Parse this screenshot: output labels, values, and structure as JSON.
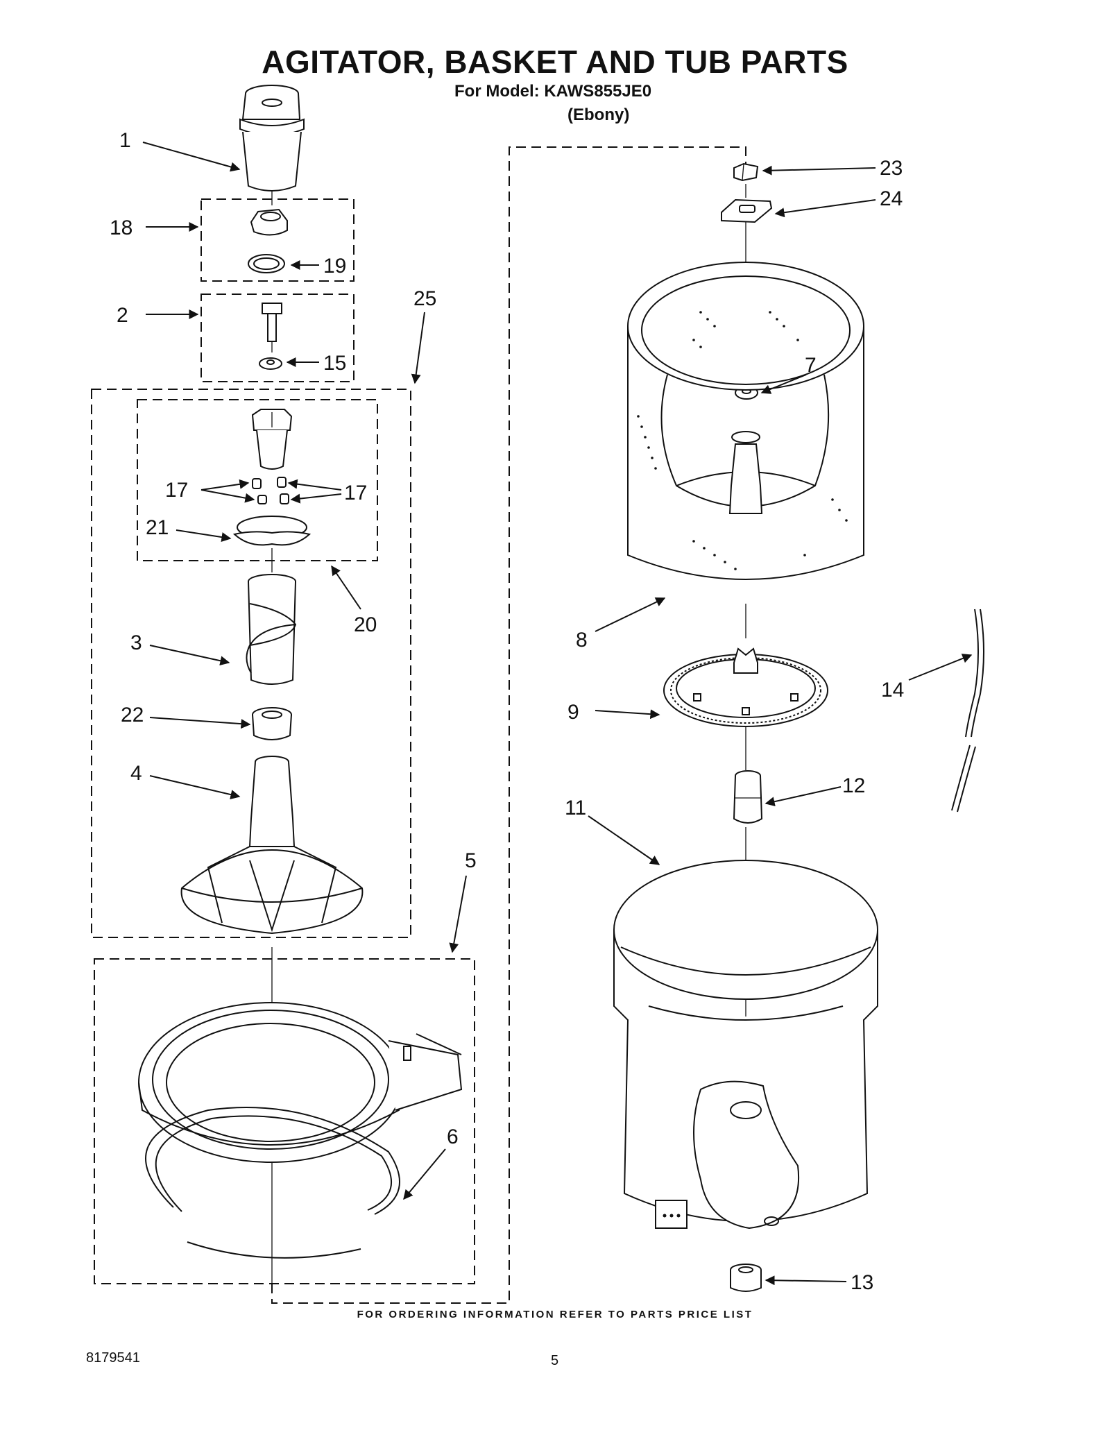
{
  "header": {
    "title": "AGITATOR, BASKET AND TUB PARTS",
    "model_line": "For Model: KAWS855JE0",
    "variant": "(Ebony)"
  },
  "callouts": [
    "1",
    "18",
    "19",
    "2",
    "15",
    "25",
    "17",
    "17",
    "21",
    "20",
    "3",
    "22",
    "4",
    "5",
    "6",
    "23",
    "24",
    "7",
    "8",
    "14",
    "9",
    "12",
    "11",
    "13"
  ],
  "footer": {
    "note": "FOR ORDERING INFORMATION REFER TO PARTS PRICE LIST",
    "doc_number": "8179541",
    "page_number": "5"
  }
}
